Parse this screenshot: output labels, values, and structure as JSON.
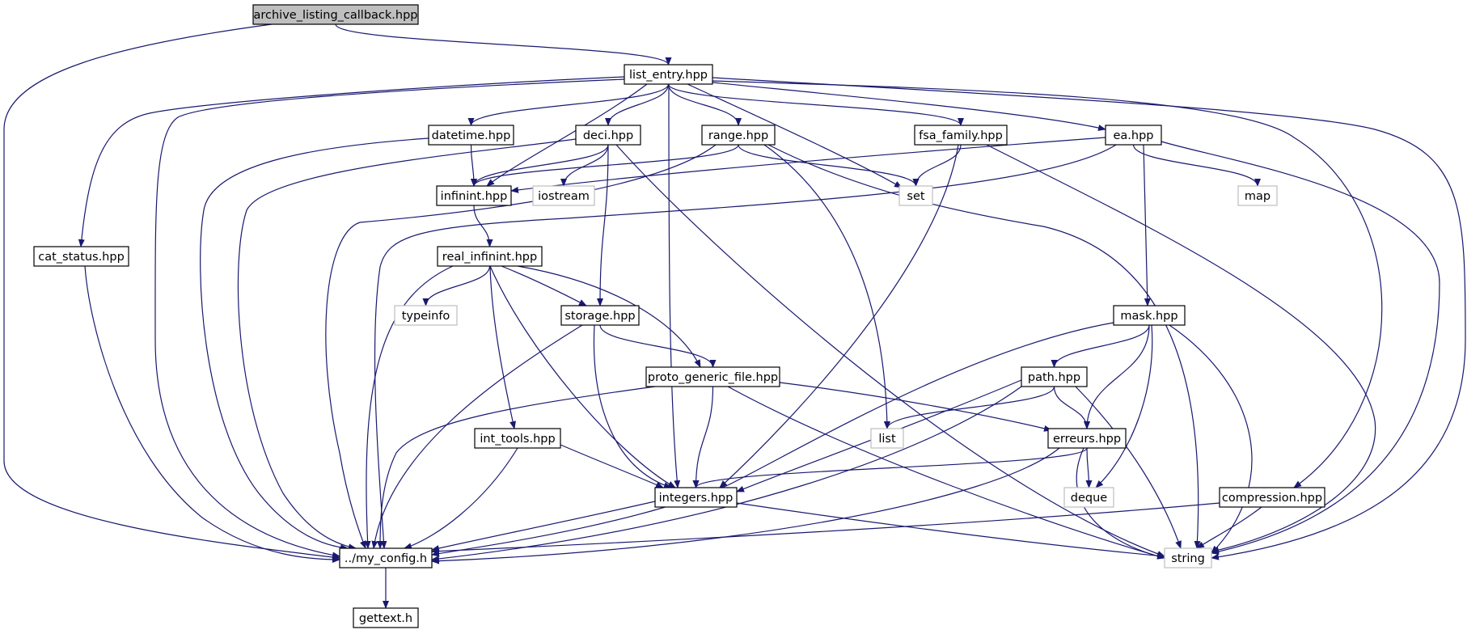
{
  "colors": {
    "edge": "#191970",
    "node_border": "#000000",
    "external_border": "#bfbfbf",
    "root_fill": "#bfbfbf",
    "node_fill": "#ffffff",
    "text": "#000000"
  },
  "nodes": [
    {
      "id": "archive_listing_callback",
      "label": "archive_listing_callback.hpp",
      "kind": "root"
    },
    {
      "id": "list_entry",
      "label": "list_entry.hpp",
      "kind": "file"
    },
    {
      "id": "cat_status",
      "label": "cat_status.hpp",
      "kind": "file"
    },
    {
      "id": "datetime",
      "label": "datetime.hpp",
      "kind": "file"
    },
    {
      "id": "deci",
      "label": "deci.hpp",
      "kind": "file"
    },
    {
      "id": "range",
      "label": "range.hpp",
      "kind": "file"
    },
    {
      "id": "fsa_family",
      "label": "fsa_family.hpp",
      "kind": "file"
    },
    {
      "id": "ea",
      "label": "ea.hpp",
      "kind": "file"
    },
    {
      "id": "infinint",
      "label": "infinint.hpp",
      "kind": "file"
    },
    {
      "id": "iostream",
      "label": "iostream",
      "kind": "external"
    },
    {
      "id": "set",
      "label": "set",
      "kind": "external"
    },
    {
      "id": "map",
      "label": "map",
      "kind": "external"
    },
    {
      "id": "real_infinint",
      "label": "real_infinint.hpp",
      "kind": "file"
    },
    {
      "id": "typeinfo",
      "label": "typeinfo",
      "kind": "external"
    },
    {
      "id": "storage",
      "label": "storage.hpp",
      "kind": "file"
    },
    {
      "id": "mask",
      "label": "mask.hpp",
      "kind": "file"
    },
    {
      "id": "proto_generic_file",
      "label": "proto_generic_file.hpp",
      "kind": "file"
    },
    {
      "id": "path",
      "label": "path.hpp",
      "kind": "file"
    },
    {
      "id": "int_tools",
      "label": "int_tools.hpp",
      "kind": "file"
    },
    {
      "id": "list",
      "label": "list",
      "kind": "external"
    },
    {
      "id": "erreurs",
      "label": "erreurs.hpp",
      "kind": "file"
    },
    {
      "id": "integers",
      "label": "integers.hpp",
      "kind": "file"
    },
    {
      "id": "deque",
      "label": "deque",
      "kind": "external"
    },
    {
      "id": "compression",
      "label": "compression.hpp",
      "kind": "file"
    },
    {
      "id": "my_config",
      "label": "../my_config.h",
      "kind": "file"
    },
    {
      "id": "string",
      "label": "string",
      "kind": "external"
    },
    {
      "id": "gettext",
      "label": "gettext.h",
      "kind": "file"
    }
  ],
  "edges": [
    [
      "archive_listing_callback",
      "list_entry"
    ],
    [
      "archive_listing_callback",
      "my_config"
    ],
    [
      "list_entry",
      "cat_status"
    ],
    [
      "list_entry",
      "datetime"
    ],
    [
      "list_entry",
      "deci"
    ],
    [
      "list_entry",
      "range"
    ],
    [
      "list_entry",
      "fsa_family"
    ],
    [
      "list_entry",
      "ea"
    ],
    [
      "list_entry",
      "infinint"
    ],
    [
      "list_entry",
      "set"
    ],
    [
      "list_entry",
      "integers"
    ],
    [
      "list_entry",
      "my_config"
    ],
    [
      "list_entry",
      "compression"
    ],
    [
      "list_entry",
      "string"
    ],
    [
      "cat_status",
      "my_config"
    ],
    [
      "datetime",
      "infinint"
    ],
    [
      "datetime",
      "my_config"
    ],
    [
      "deci",
      "infinint"
    ],
    [
      "deci",
      "iostream"
    ],
    [
      "deci",
      "storage"
    ],
    [
      "deci",
      "my_config"
    ],
    [
      "deci",
      "string"
    ],
    [
      "range",
      "infinint"
    ],
    [
      "range",
      "set"
    ],
    [
      "range",
      "list"
    ],
    [
      "range",
      "my_config"
    ],
    [
      "range",
      "string"
    ],
    [
      "fsa_family",
      "set"
    ],
    [
      "fsa_family",
      "integers"
    ],
    [
      "fsa_family",
      "string"
    ],
    [
      "ea",
      "infinint"
    ],
    [
      "ea",
      "map"
    ],
    [
      "ea",
      "mask"
    ],
    [
      "ea",
      "my_config"
    ],
    [
      "ea",
      "string"
    ],
    [
      "infinint",
      "real_infinint"
    ],
    [
      "real_infinint",
      "typeinfo"
    ],
    [
      "real_infinint",
      "storage"
    ],
    [
      "real_infinint",
      "proto_generic_file"
    ],
    [
      "real_infinint",
      "int_tools"
    ],
    [
      "real_infinint",
      "integers"
    ],
    [
      "real_infinint",
      "my_config"
    ],
    [
      "storage",
      "proto_generic_file"
    ],
    [
      "storage",
      "integers"
    ],
    [
      "storage",
      "my_config"
    ],
    [
      "mask",
      "path"
    ],
    [
      "mask",
      "erreurs"
    ],
    [
      "mask",
      "deque"
    ],
    [
      "mask",
      "my_config"
    ],
    [
      "mask",
      "string"
    ],
    [
      "proto_generic_file",
      "erreurs"
    ],
    [
      "proto_generic_file",
      "integers"
    ],
    [
      "proto_generic_file",
      "my_config"
    ],
    [
      "proto_generic_file",
      "string"
    ],
    [
      "path",
      "list"
    ],
    [
      "path",
      "erreurs"
    ],
    [
      "path",
      "integers"
    ],
    [
      "path",
      "my_config"
    ],
    [
      "path",
      "string"
    ],
    [
      "int_tools",
      "integers"
    ],
    [
      "int_tools",
      "my_config"
    ],
    [
      "erreurs",
      "integers"
    ],
    [
      "erreurs",
      "deque"
    ],
    [
      "erreurs",
      "my_config"
    ],
    [
      "erreurs",
      "string"
    ],
    [
      "integers",
      "my_config"
    ],
    [
      "integers",
      "string"
    ],
    [
      "compression",
      "my_config"
    ],
    [
      "compression",
      "string"
    ],
    [
      "my_config",
      "gettext"
    ]
  ]
}
